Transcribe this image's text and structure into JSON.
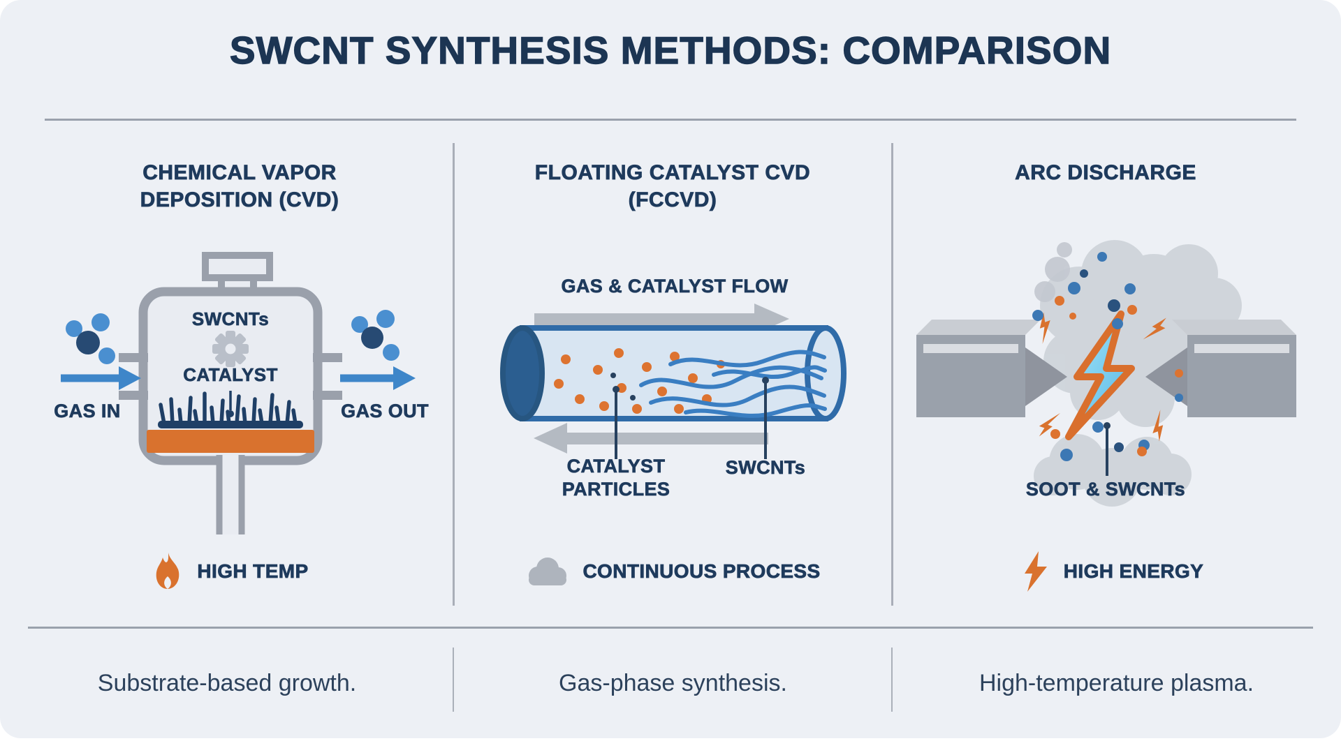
{
  "title": "SWCNT SYNTHESIS METHODS: COMPARISON",
  "columns": [
    {
      "heading": "CHEMICAL VAPOR DEPOSITION (CVD)",
      "labels": {
        "swcnts": "SWCNTs",
        "catalyst": "CATALYST",
        "gas_in": "GAS IN",
        "gas_out": "GAS OUT"
      },
      "feature": {
        "icon": "flame-icon",
        "label": "HIGH TEMP"
      },
      "summary": "Substrate-based growth."
    },
    {
      "heading": "FLOATING CATALYST CVD (FCCVD)",
      "labels": {
        "flow": "GAS & CATALYST FLOW",
        "catalyst_line1": "CATALYST",
        "catalyst_line2": "PARTICLES",
        "swcnts": "SWCNTs"
      },
      "feature": {
        "icon": "cloud-icon",
        "label": "CONTINUOUS PROCESS"
      },
      "summary": "Gas-phase synthesis."
    },
    {
      "heading": "ARC DISCHARGE",
      "labels": {
        "soot": "SOOT & SWCNTs"
      },
      "feature": {
        "icon": "lightning-icon",
        "label": "HIGH ENERGY"
      },
      "summary": "High-temperature plasma."
    }
  ],
  "colors": {
    "background": "#edf0f5",
    "navy_text": "#1e3a5c",
    "accent_orange": "#d9722e",
    "medium_blue": "#3e86c9",
    "tube_blue": "#2f6ba8",
    "divider_gray": "#9aa1ac",
    "gear_gray": "#b9bfc9",
    "electrode_gray": "#9aa1ab"
  }
}
